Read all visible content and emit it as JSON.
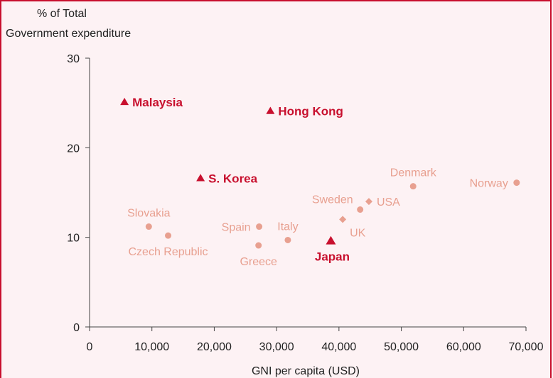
{
  "chart_data": {
    "type": "scatter",
    "ylabel_lines": [
      "% of Total",
      "Government expenditure"
    ],
    "xlabel": "GNI per capita (USD)",
    "xlim": [
      0,
      70000
    ],
    "ylim": [
      0,
      30
    ],
    "x_ticks": [
      0,
      10000,
      20000,
      30000,
      40000,
      50000,
      60000,
      70000
    ],
    "x_tick_labels": [
      "0",
      "10,000",
      "20,000",
      "30,000",
      "40,000",
      "50,000",
      "60,000",
      "70,000"
    ],
    "y_ticks": [
      0,
      10,
      20,
      30
    ],
    "y_tick_labels": [
      "0",
      "10",
      "20",
      "30"
    ],
    "grid": false,
    "colors": {
      "highlight": "#c8102e",
      "other": "#e8a090",
      "axis": "#444444",
      "frame": "#c8102e",
      "background": "#fdf2f4"
    },
    "points": [
      {
        "label": "Malaysia",
        "x": 5600,
        "y": 25.1,
        "marker": "triangle",
        "highlight": true,
        "label_pos": "right"
      },
      {
        "label": "Hong Kong",
        "x": 29000,
        "y": 24.1,
        "marker": "triangle",
        "highlight": true,
        "label_pos": "right"
      },
      {
        "label": "S. Korea",
        "x": 17800,
        "y": 16.6,
        "marker": "triangle",
        "highlight": true,
        "label_pos": "right"
      },
      {
        "label": "Japan",
        "x": 38700,
        "y": 9.6,
        "marker": "triangle",
        "highlight": true,
        "label_pos": "below"
      },
      {
        "label": "Slovakia",
        "x": 9500,
        "y": 11.2,
        "marker": "circle",
        "highlight": false,
        "label_pos": "above"
      },
      {
        "label": "Czech Republic",
        "x": 12600,
        "y": 10.2,
        "marker": "circle",
        "highlight": false,
        "label_pos": "below"
      },
      {
        "label": "Spain",
        "x": 27200,
        "y": 11.2,
        "marker": "circle",
        "highlight": false,
        "label_pos": "left"
      },
      {
        "label": "Greece",
        "x": 27100,
        "y": 9.1,
        "marker": "circle",
        "highlight": false,
        "label_pos": "below"
      },
      {
        "label": "Italy",
        "x": 31800,
        "y": 9.7,
        "marker": "circle",
        "highlight": false,
        "label_pos": "above"
      },
      {
        "label": "Sweden",
        "x": 43400,
        "y": 13.1,
        "marker": "circle",
        "highlight": false,
        "label_pos": "upper-left"
      },
      {
        "label": "USA",
        "x": 44800,
        "y": 14.0,
        "marker": "diamond",
        "highlight": false,
        "label_pos": "right"
      },
      {
        "label": "UK",
        "x": 40600,
        "y": 12.0,
        "marker": "diamond",
        "highlight": false,
        "label_pos": "lower-right"
      },
      {
        "label": "Denmark",
        "x": 51900,
        "y": 15.7,
        "marker": "circle",
        "highlight": false,
        "label_pos": "above"
      },
      {
        "label": "Norway",
        "x": 68500,
        "y": 16.1,
        "marker": "circle",
        "highlight": false,
        "label_pos": "left"
      }
    ]
  }
}
